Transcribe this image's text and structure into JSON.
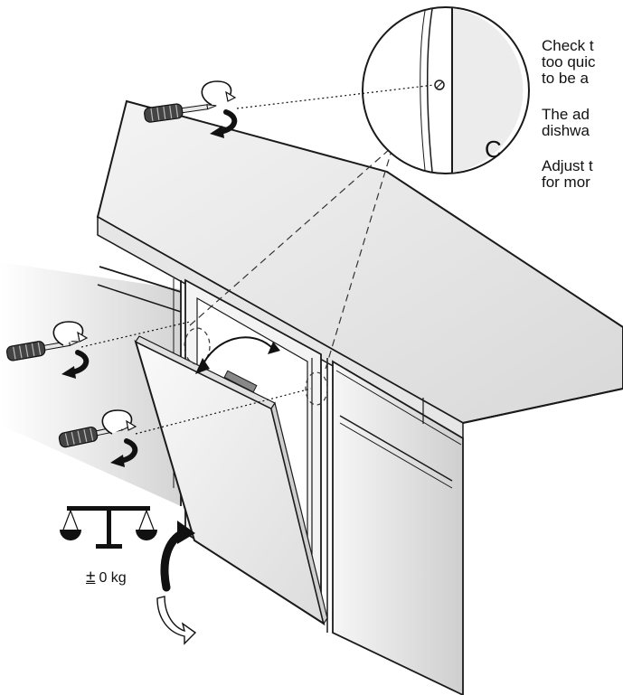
{
  "detail_label": "C",
  "instructions": [
    "Check t",
    "too quic",
    "to be a",
    "The ad",
    "dishwa",
    "Adjust t",
    "for mor"
  ],
  "weight": {
    "symbol": "±",
    "value": "0 kg"
  },
  "icons": {
    "tool": "screwdriver-icon",
    "rotate": "rotate-arrow-icon",
    "balance": "balance-scale-icon",
    "arrow": "curved-arrow-icon"
  },
  "colors": {
    "line": "#1a1a1a",
    "panel": "#efefef",
    "shade": "#cfcfcf"
  }
}
